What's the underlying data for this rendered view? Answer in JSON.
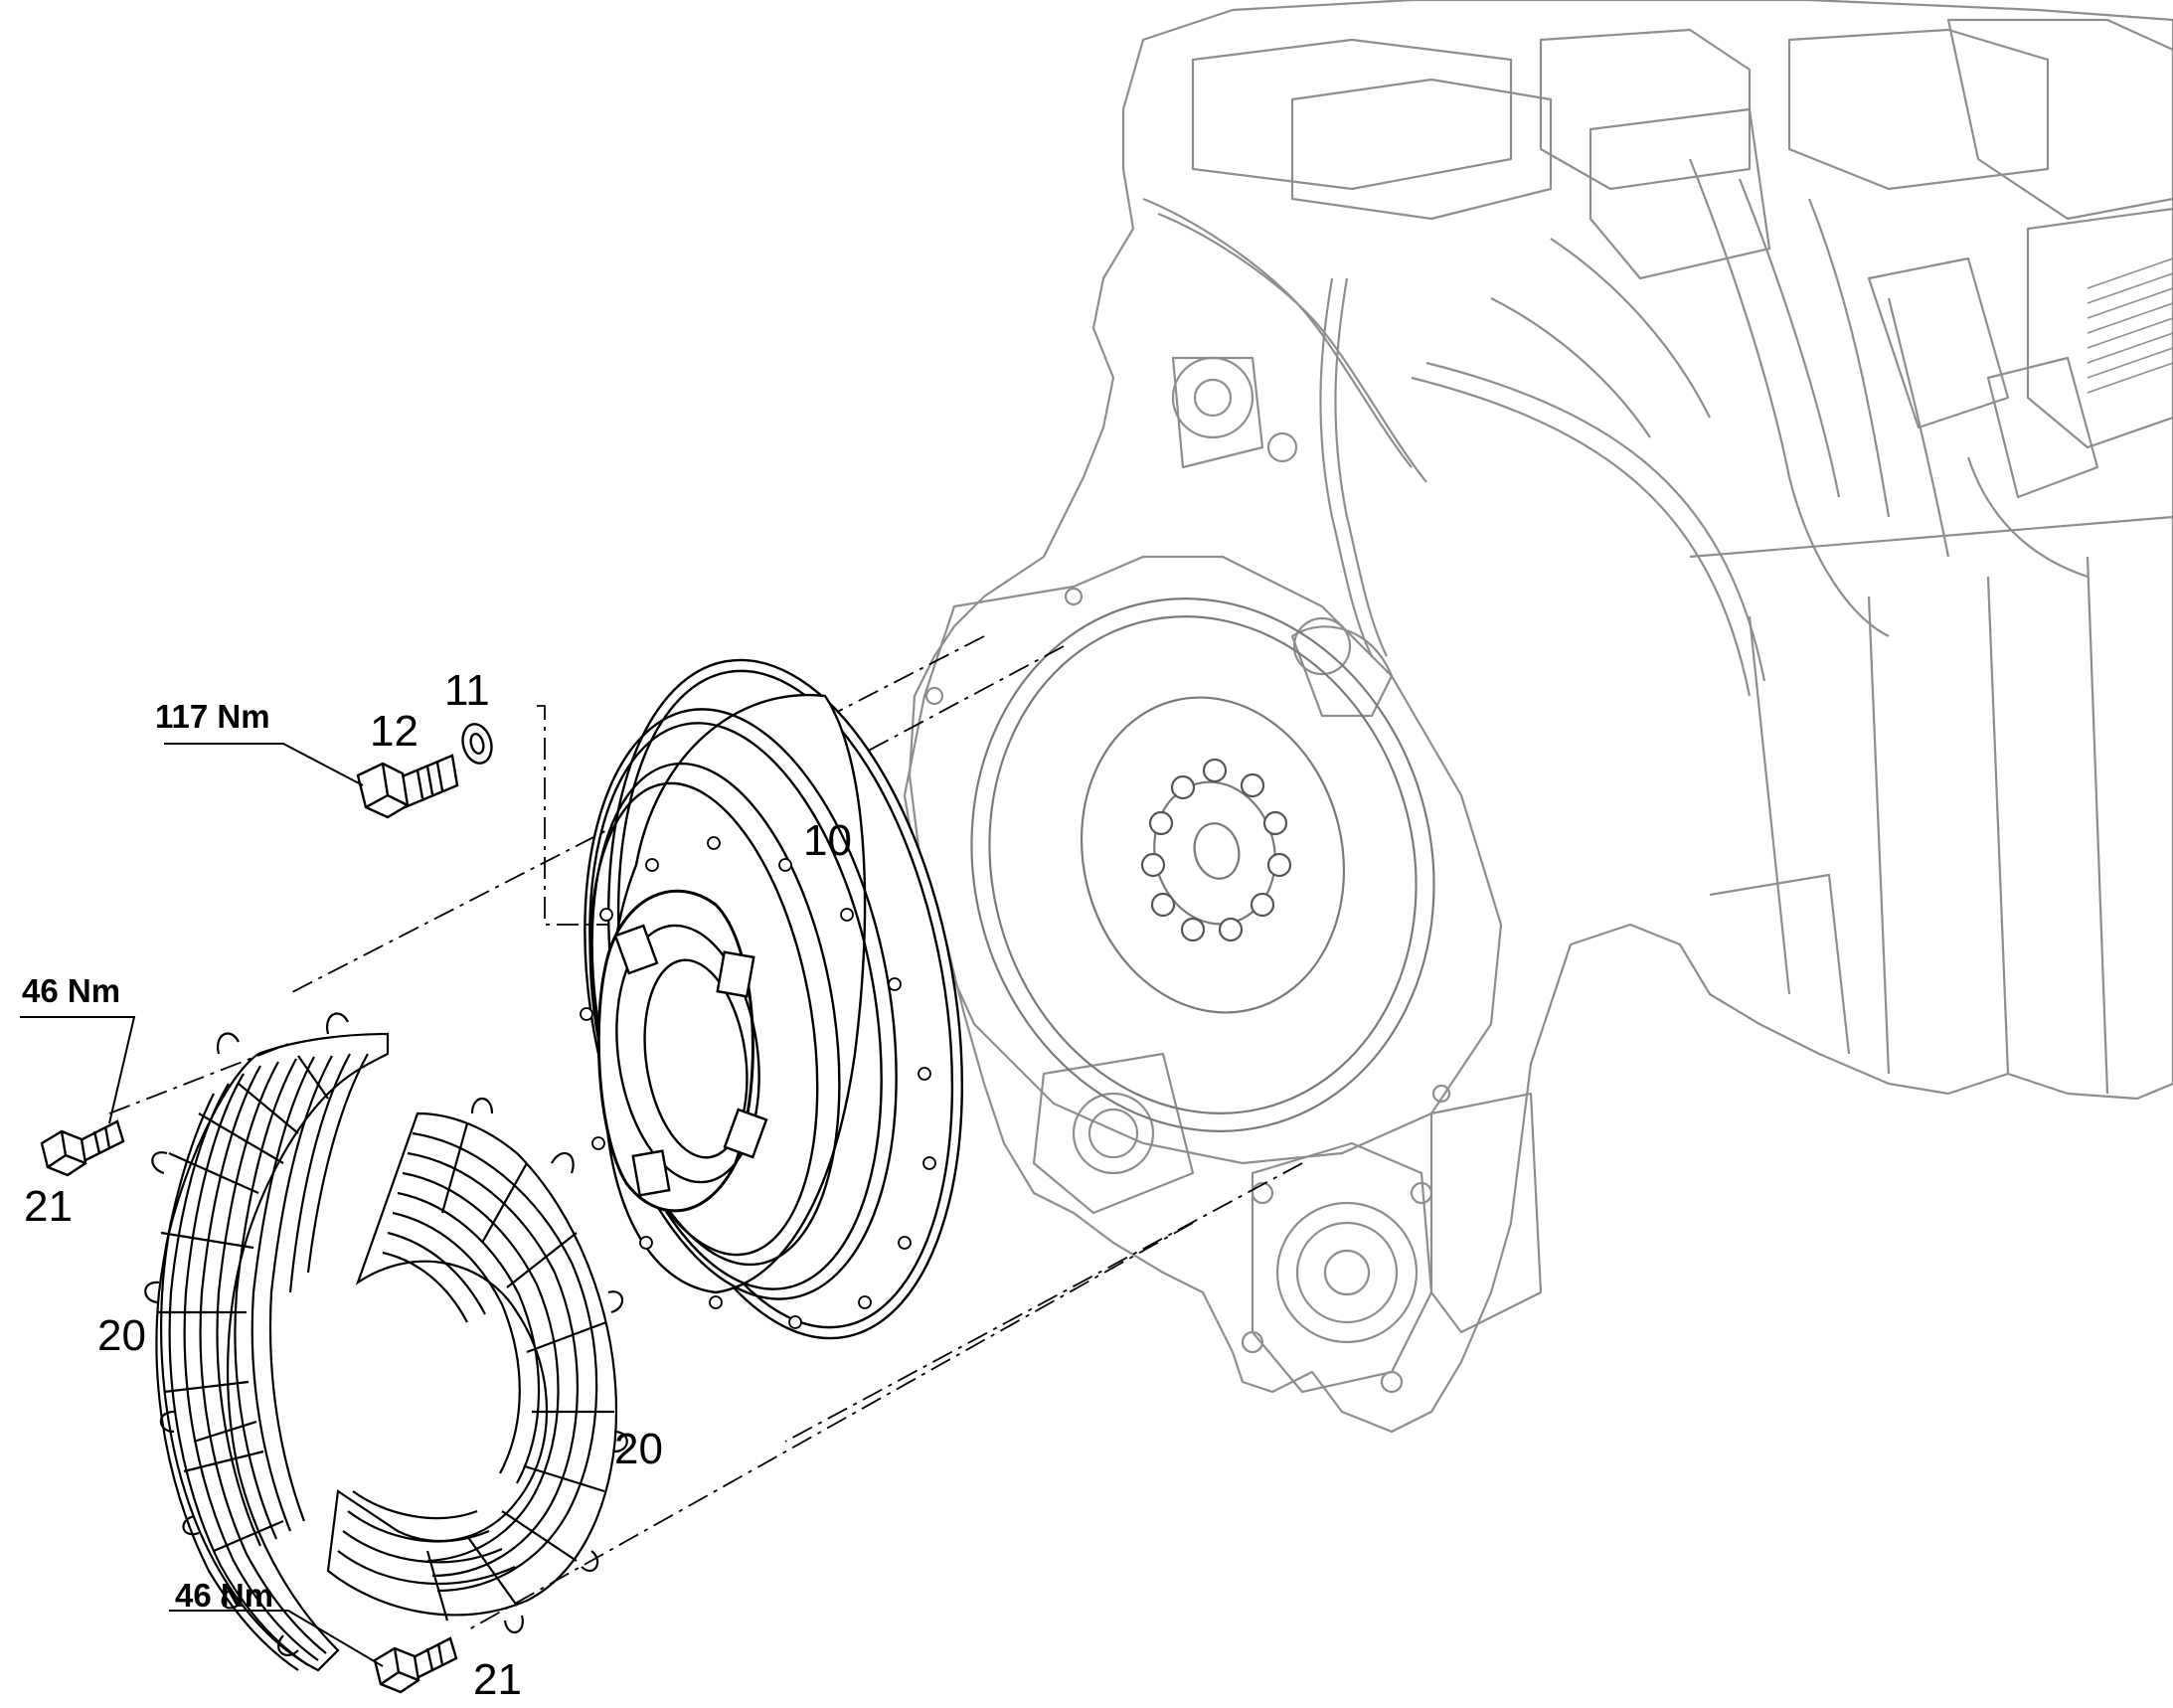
{
  "callouts": {
    "c10": "10",
    "c11": "11",
    "c12": "12",
    "c20a": "20",
    "c20b": "20",
    "c21a": "21",
    "c21b": "21"
  },
  "torques": {
    "t117": "117 Nm",
    "t46a": "46 Nm",
    "t46b": "46 Nm"
  },
  "colors": {
    "ink": "#000000",
    "engine_line": "#9a9a9a",
    "background": "#ffffff"
  },
  "icons": {
    "engine": "engine-block-drawing",
    "flywheel": "flywheel-drawing",
    "coupling": "coupling-housing-drawing",
    "guard": "fan-guard-drawing",
    "bolt": "hex-bolt-drawing",
    "washer": "washer-drawing"
  }
}
